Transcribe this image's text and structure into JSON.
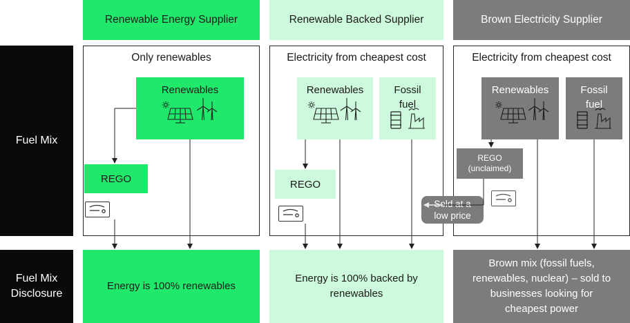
{
  "headers": {
    "renewable_energy": "Renewable Energy Supplier",
    "renewable_backed": "Renewable Backed Supplier",
    "brown": "Brown Electricity Supplier"
  },
  "rows": {
    "fuel_mix": "Fuel Mix",
    "disclosure_line1": "Fuel Mix",
    "disclosure_line2": "Disclosure"
  },
  "col1": {
    "title": "Only renewables",
    "renewables": "Renewables",
    "rego": "REGO",
    "disclosure": "Energy is 100% renewables"
  },
  "col2": {
    "title": "Electricity from cheapest cost",
    "renewables": "Renewables",
    "fossil_line1": "Fossil",
    "fossil_line2": "fuel",
    "rego": "REGO",
    "sold_line1": "Sold at a",
    "sold_line2": "low price",
    "disclosure_line1": "Energy is 100% backed by",
    "disclosure_line2": "renewables"
  },
  "col3": {
    "title": "Electricity from cheapest cost",
    "renewables": "Renewables",
    "fossil_line1": "Fossil",
    "fossil_line2": "fuel",
    "rego_line1": "REGO",
    "rego_line2": "(unclaimed)",
    "disclosure_line1": "Brown mix (fossil fuels,",
    "disclosure_line2": "renewables, nuclear) – sold to",
    "disclosure_line3": "businesses looking for",
    "disclosure_line4": "cheapest power"
  },
  "icons": {
    "solar": "solar-panel-icon",
    "wind": "wind-turbine-icon",
    "barrel": "oil-barrel-icon",
    "factory": "power-plant-icon",
    "certificate": "certificate-icon"
  },
  "colors": {
    "green": "#1fe86a",
    "light_green": "#cdf9dd",
    "grey": "#7c7c7c",
    "black": "#0a0a0a"
  }
}
